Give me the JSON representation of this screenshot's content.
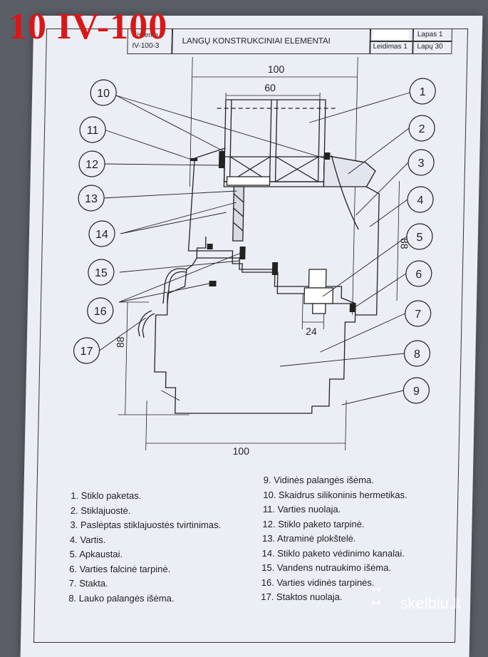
{
  "stamp": "10 IV-100",
  "title_block": {
    "sistema_label": "Sistema",
    "sistema_code": "IV-100-3",
    "title": "LANGŲ KONSTRUKCINIAI ELEMENTAI",
    "lapas": "Lapas 1",
    "leidimas": "Leidimas 1",
    "lapu": "Lapų 30"
  },
  "dimensions": {
    "top_outer": "100",
    "top_inner": "60",
    "bottom": "100",
    "right_vertical": "88",
    "left_vertical": "88",
    "hardware": "24"
  },
  "callouts": [
    "1",
    "2",
    "3",
    "4",
    "5",
    "6",
    "7",
    "8",
    "9",
    "10",
    "11",
    "12",
    "13",
    "14",
    "15",
    "16",
    "17"
  ],
  "legend_left": [
    "1. Stiklo paketas.",
    "2. Stiklajuostė.",
    "3. Paslėptas stiklajuostės tvirtinimas.",
    "4. Vartis.",
    "5. Apkaustai.",
    "6. Varties falcinė tarpinė.",
    "7. Stakta.",
    "8. Lauko palangės išėma."
  ],
  "legend_right": [
    "9. Vidinės palangės išėma.",
    "10. Skaidrus silikoninis hermetikas.",
    "11. Varties nuolaja.",
    "12. Stiklo paketo tarpinė.",
    "13. Atraminė plokštelė.",
    "14. Stiklo paketo vėdinimo kanalai.",
    "15. Vandens nutraukimo išėma.",
    "16. Varties vidinės tarpinės.",
    "17. Staktos nuolaja."
  ],
  "watermark": "skelbiu.lt"
}
